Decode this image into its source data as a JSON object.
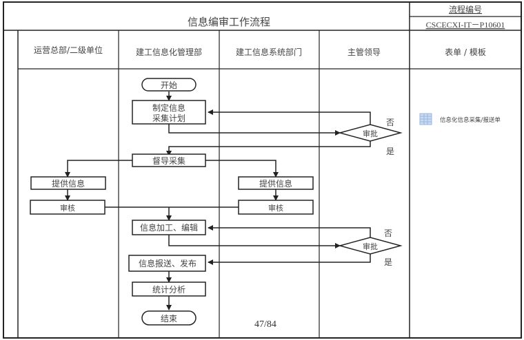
{
  "header": {
    "title": "信息编审工作流程",
    "process_no_label": "流程编号",
    "process_no": "CSCECXI-IT－P10601"
  },
  "lanes": [
    {
      "label": "运营总部/二级单位"
    },
    {
      "label": "建工信息化管理部"
    },
    {
      "label": "建工信息系统部门"
    },
    {
      "label": "主管领导"
    },
    {
      "label": "表单 / 模板"
    }
  ],
  "nodes": {
    "start": "开始",
    "plan_line1": "制定信息",
    "plan_line2": "采集计划",
    "approve1": "审批",
    "supervise": "督导采集",
    "provide_left": "提供信息",
    "review_left": "审核",
    "provide_right": "提供信息",
    "review_right": "审核",
    "process": "信息加工、编辑",
    "approve2": "审批",
    "publish": "信息报送、发布",
    "analyze": "统计分析",
    "end": "结束"
  },
  "edge_labels": {
    "no1": "否",
    "yes1": "是",
    "no2": "否",
    "yes2": "是"
  },
  "forms": [
    {
      "icon": "spreadsheet-icon",
      "label": "信息化信息采集/报送单"
    }
  ],
  "footer": {
    "page": "47/84"
  },
  "colors": {
    "line": "#222222",
    "text": "#444444",
    "icon": "#a9c4e8"
  }
}
